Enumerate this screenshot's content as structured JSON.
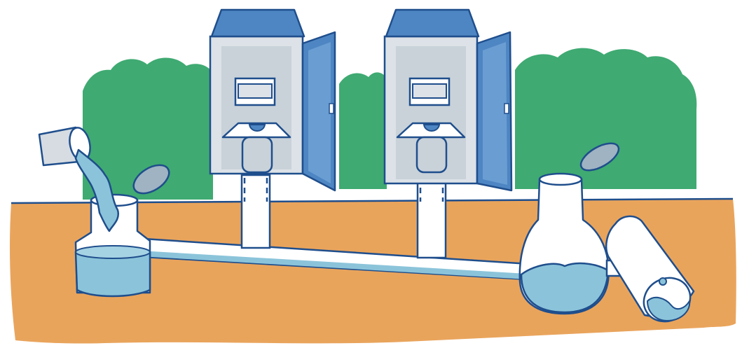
{
  "scene": {
    "colors": {
      "soil": "#E9A45C",
      "bush": "#3FAA72",
      "booth_blue": "#4E86C3",
      "booth_inner": "#DCE2E7",
      "outline": "#1F4E8C",
      "water": "#8BC4DA",
      "pipe": "#FFFFFF"
    },
    "elements": [
      {
        "name": "background-bushes",
        "kind": "vegetation"
      },
      {
        "name": "toilet-booth-left",
        "kind": "outhouse",
        "door": "open"
      },
      {
        "name": "toilet-booth-right",
        "kind": "outhouse",
        "door": "open"
      },
      {
        "name": "inlet-pipe",
        "kind": "pipe",
        "state": "pouring-water"
      },
      {
        "name": "inspection-chamber-left",
        "kind": "chamber",
        "lid": "open"
      },
      {
        "name": "settling-tank-right",
        "kind": "tank",
        "lid": "open"
      },
      {
        "name": "outlet-drain-pipe",
        "kind": "pipe"
      },
      {
        "name": "underground-drain-line",
        "kind": "pipe"
      }
    ]
  }
}
